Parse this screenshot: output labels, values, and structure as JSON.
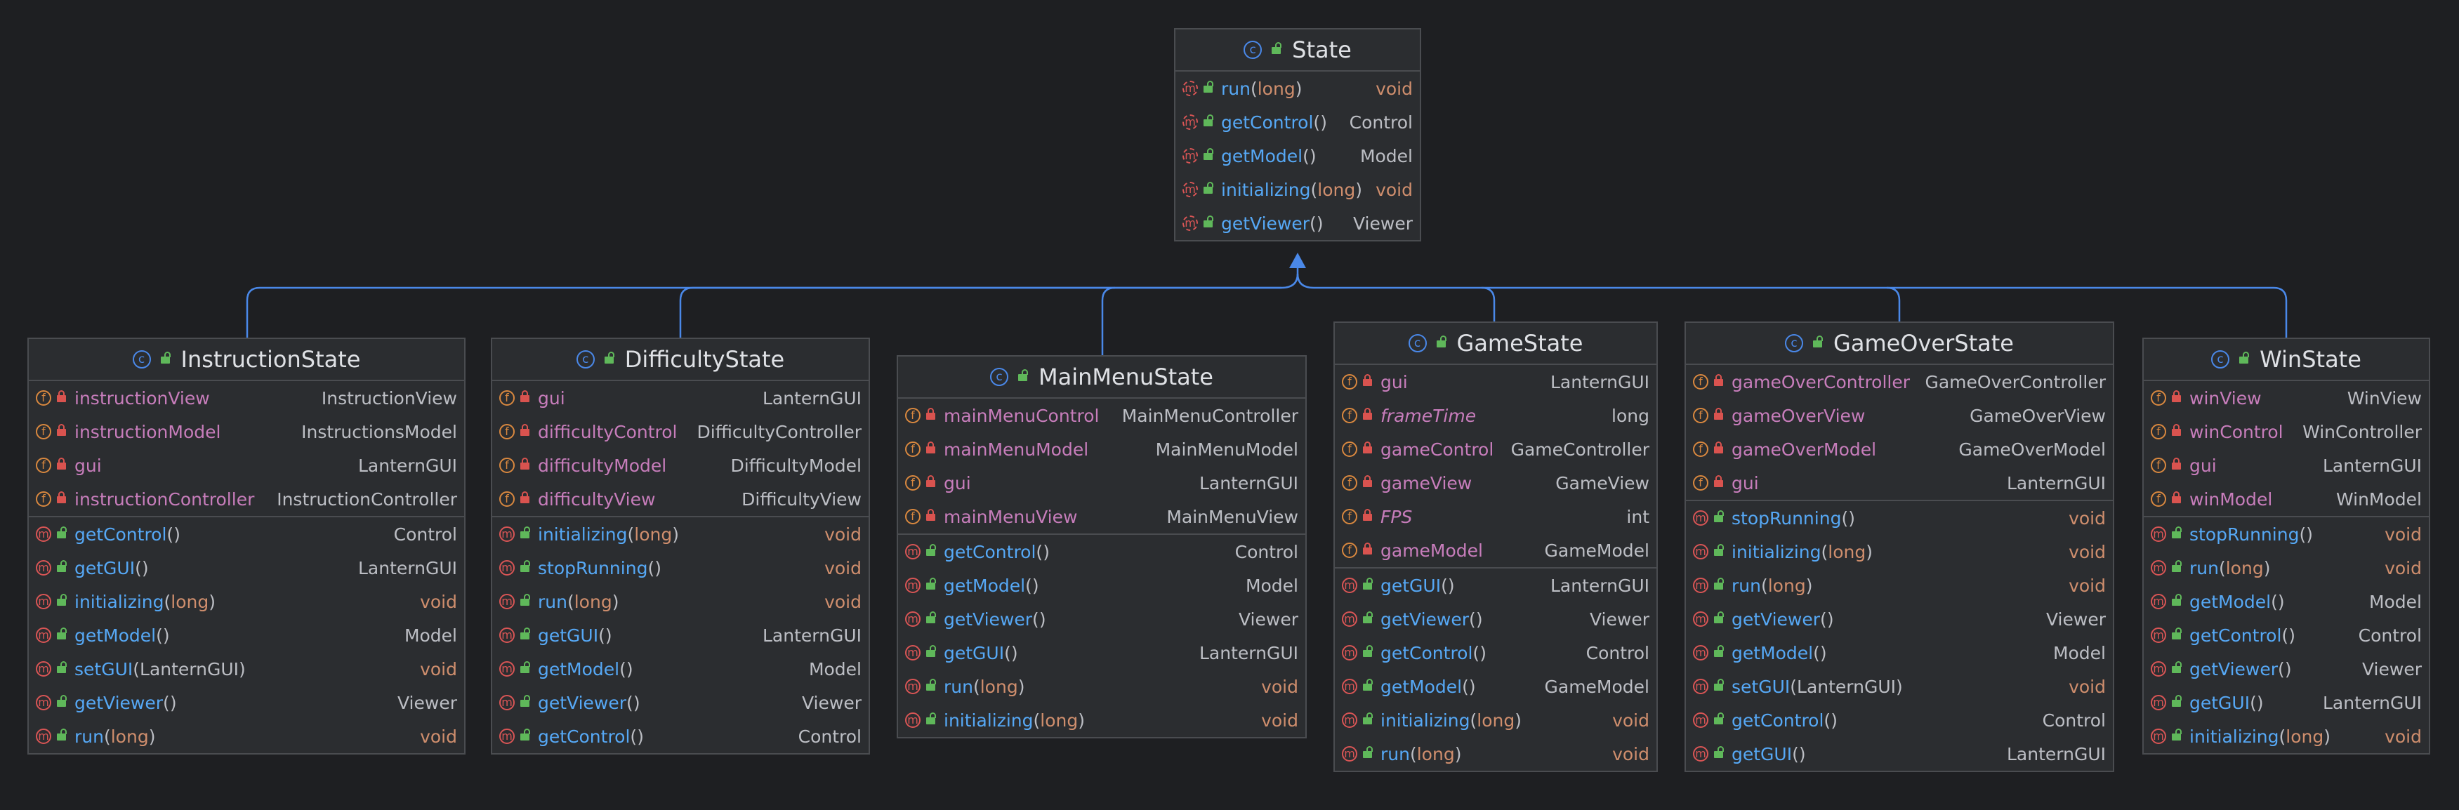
{
  "colors": {
    "background": "#1e1f22",
    "box": "#2b2d30",
    "border": "#4a4c50",
    "edge": "#4a88e8",
    "field_name": "#c77dbb",
    "method_name": "#56a8f5",
    "void": "#cf8e6d",
    "type": "#bcbec4"
  },
  "icons": {
    "class_badge": "class-icon",
    "field_badge": "field-icon",
    "method_badge": "method-icon",
    "abstract_method_badge": "abstract-method-icon",
    "private_lock": "private-lock-icon",
    "public_lock": "public-lock-icon"
  },
  "classes": [
    {
      "id": "state",
      "name": "State",
      "sections": [
        [
          {
            "k": "mc",
            "v": "pub",
            "name": "run",
            "params": "long",
            "type": "void"
          },
          {
            "k": "mc",
            "v": "pub",
            "name": "getControl",
            "params": "",
            "type": "Control"
          },
          {
            "k": "mc",
            "v": "pub",
            "name": "getModel",
            "params": "",
            "type": "Model"
          },
          {
            "k": "mc",
            "v": "pub",
            "name": "initializing",
            "params": "long",
            "type": "void"
          },
          {
            "k": "mc",
            "v": "pub",
            "name": "getViewer",
            "params": "",
            "type": "Viewer"
          }
        ]
      ]
    },
    {
      "id": "instruction-state",
      "name": "InstructionState",
      "sections": [
        [
          {
            "k": "f",
            "v": "priv",
            "name": "instructionView",
            "type": "InstructionView"
          },
          {
            "k": "f",
            "v": "priv",
            "name": "instructionModel",
            "type": "InstructionsModel"
          },
          {
            "k": "f",
            "v": "priv",
            "name": "gui",
            "type": "LanternGUI"
          },
          {
            "k": "f",
            "v": "priv",
            "name": "instructionController",
            "type": "InstructionController"
          }
        ],
        [
          {
            "k": "m",
            "v": "pub",
            "name": "getControl",
            "params": "",
            "type": "Control"
          },
          {
            "k": "m",
            "v": "pub",
            "name": "getGUI",
            "params": "",
            "type": "LanternGUI"
          },
          {
            "k": "m",
            "v": "pub",
            "name": "initializing",
            "params": "long",
            "type": "void"
          },
          {
            "k": "m",
            "v": "pub",
            "name": "getModel",
            "params": "",
            "type": "Model"
          },
          {
            "k": "m",
            "v": "pub",
            "name": "setGUI",
            "params": "LanternGUI",
            "type": "void"
          },
          {
            "k": "m",
            "v": "pub",
            "name": "getViewer",
            "params": "",
            "type": "Viewer"
          },
          {
            "k": "m",
            "v": "pub",
            "name": "run",
            "params": "long",
            "type": "void"
          }
        ]
      ]
    },
    {
      "id": "difficulty-state",
      "name": "DifficultyState",
      "sections": [
        [
          {
            "k": "f",
            "v": "priv",
            "name": "gui",
            "type": "LanternGUI"
          },
          {
            "k": "f",
            "v": "priv",
            "name": "difficultyControl",
            "type": "DifficultyController"
          },
          {
            "k": "f",
            "v": "priv",
            "name": "difficultyModel",
            "type": "DifficultyModel"
          },
          {
            "k": "f",
            "v": "priv",
            "name": "difficultyView",
            "type": "DifficultyView"
          }
        ],
        [
          {
            "k": "m",
            "v": "pub",
            "name": "initializing",
            "params": "long",
            "type": "void"
          },
          {
            "k": "m",
            "v": "pub",
            "name": "stopRunning",
            "params": "",
            "type": "void"
          },
          {
            "k": "m",
            "v": "pub",
            "name": "run",
            "params": "long",
            "type": "void"
          },
          {
            "k": "m",
            "v": "pub",
            "name": "getGUI",
            "params": "",
            "type": "LanternGUI"
          },
          {
            "k": "m",
            "v": "pub",
            "name": "getModel",
            "params": "",
            "type": "Model"
          },
          {
            "k": "m",
            "v": "pub",
            "name": "getViewer",
            "params": "",
            "type": "Viewer"
          },
          {
            "k": "m",
            "v": "pub",
            "name": "getControl",
            "params": "",
            "type": "Control"
          }
        ]
      ]
    },
    {
      "id": "main-menu-state",
      "name": "MainMenuState",
      "sections": [
        [
          {
            "k": "f",
            "v": "priv",
            "name": "mainMenuControl",
            "type": "MainMenuController"
          },
          {
            "k": "f",
            "v": "priv",
            "name": "mainMenuModel",
            "type": "MainMenuModel"
          },
          {
            "k": "f",
            "v": "priv",
            "name": "gui",
            "type": "LanternGUI"
          },
          {
            "k": "f",
            "v": "priv",
            "name": "mainMenuView",
            "type": "MainMenuView"
          }
        ],
        [
          {
            "k": "m",
            "v": "pub",
            "name": "getControl",
            "params": "",
            "type": "Control"
          },
          {
            "k": "m",
            "v": "pub",
            "name": "getModel",
            "params": "",
            "type": "Model"
          },
          {
            "k": "m",
            "v": "pub",
            "name": "getViewer",
            "params": "",
            "type": "Viewer"
          },
          {
            "k": "m",
            "v": "pub",
            "name": "getGUI",
            "params": "",
            "type": "LanternGUI"
          },
          {
            "k": "m",
            "v": "pub",
            "name": "run",
            "params": "long",
            "type": "void"
          },
          {
            "k": "m",
            "v": "pub",
            "name": "initializing",
            "params": "long",
            "type": "void"
          }
        ]
      ]
    },
    {
      "id": "game-state",
      "name": "GameState",
      "sections": [
        [
          {
            "k": "f",
            "v": "priv",
            "name": "gui",
            "type": "LanternGUI"
          },
          {
            "k": "f",
            "v": "priv",
            "name": "frameTime",
            "type": "long",
            "italic": true
          },
          {
            "k": "f",
            "v": "priv",
            "name": "gameControl",
            "type": "GameController"
          },
          {
            "k": "f",
            "v": "priv",
            "name": "gameView",
            "type": "GameView"
          },
          {
            "k": "f",
            "v": "priv",
            "name": "FPS",
            "type": "int",
            "italic": true
          },
          {
            "k": "f",
            "v": "priv",
            "name": "gameModel",
            "type": "GameModel"
          }
        ],
        [
          {
            "k": "m",
            "v": "pub",
            "name": "getGUI",
            "params": "",
            "type": "LanternGUI"
          },
          {
            "k": "m",
            "v": "pub",
            "name": "getViewer",
            "params": "",
            "type": "Viewer"
          },
          {
            "k": "m",
            "v": "pub",
            "name": "getControl",
            "params": "",
            "type": "Control"
          },
          {
            "k": "m",
            "v": "pub",
            "name": "getModel",
            "params": "",
            "type": "GameModel"
          },
          {
            "k": "m",
            "v": "pub",
            "name": "initializing",
            "params": "long",
            "type": "void"
          },
          {
            "k": "m",
            "v": "pub",
            "name": "run",
            "params": "long",
            "type": "void"
          }
        ]
      ]
    },
    {
      "id": "game-over-state",
      "name": "GameOverState",
      "sections": [
        [
          {
            "k": "f",
            "v": "priv",
            "name": "gameOverController",
            "type": "GameOverController"
          },
          {
            "k": "f",
            "v": "priv",
            "name": "gameOverView",
            "type": "GameOverView"
          },
          {
            "k": "f",
            "v": "priv",
            "name": "gameOverModel",
            "type": "GameOverModel"
          },
          {
            "k": "f",
            "v": "priv",
            "name": "gui",
            "type": "LanternGUI"
          }
        ],
        [
          {
            "k": "m",
            "v": "pub",
            "name": "stopRunning",
            "params": "",
            "type": "void"
          },
          {
            "k": "m",
            "v": "pub",
            "name": "initializing",
            "params": "long",
            "type": "void"
          },
          {
            "k": "m",
            "v": "pub",
            "name": "run",
            "params": "long",
            "type": "void"
          },
          {
            "k": "m",
            "v": "pub",
            "name": "getViewer",
            "params": "",
            "type": "Viewer"
          },
          {
            "k": "m",
            "v": "pub",
            "name": "getModel",
            "params": "",
            "type": "Model"
          },
          {
            "k": "m",
            "v": "pub",
            "name": "setGUI",
            "params": "LanternGUI",
            "type": "void"
          },
          {
            "k": "m",
            "v": "pub",
            "name": "getControl",
            "params": "",
            "type": "Control"
          },
          {
            "k": "m",
            "v": "pub",
            "name": "getGUI",
            "params": "",
            "type": "LanternGUI"
          }
        ]
      ]
    },
    {
      "id": "win-state",
      "name": "WinState",
      "sections": [
        [
          {
            "k": "f",
            "v": "priv",
            "name": "winView",
            "type": "WinView"
          },
          {
            "k": "f",
            "v": "priv",
            "name": "winControl",
            "type": "WinController"
          },
          {
            "k": "f",
            "v": "priv",
            "name": "gui",
            "type": "LanternGUI"
          },
          {
            "k": "f",
            "v": "priv",
            "name": "winModel",
            "type": "WinModel"
          }
        ],
        [
          {
            "k": "m",
            "v": "pub",
            "name": "stopRunning",
            "params": "",
            "type": "void"
          },
          {
            "k": "m",
            "v": "pub",
            "name": "run",
            "params": "long",
            "type": "void"
          },
          {
            "k": "m",
            "v": "pub",
            "name": "getModel",
            "params": "",
            "type": "Model"
          },
          {
            "k": "m",
            "v": "pub",
            "name": "getControl",
            "params": "",
            "type": "Control"
          },
          {
            "k": "m",
            "v": "pub",
            "name": "getViewer",
            "params": "",
            "type": "Viewer"
          },
          {
            "k": "m",
            "v": "pub",
            "name": "getGUI",
            "params": "",
            "type": "LanternGUI"
          },
          {
            "k": "m",
            "v": "pub",
            "name": "initializing",
            "params": "long",
            "type": "void"
          }
        ]
      ]
    }
  ]
}
